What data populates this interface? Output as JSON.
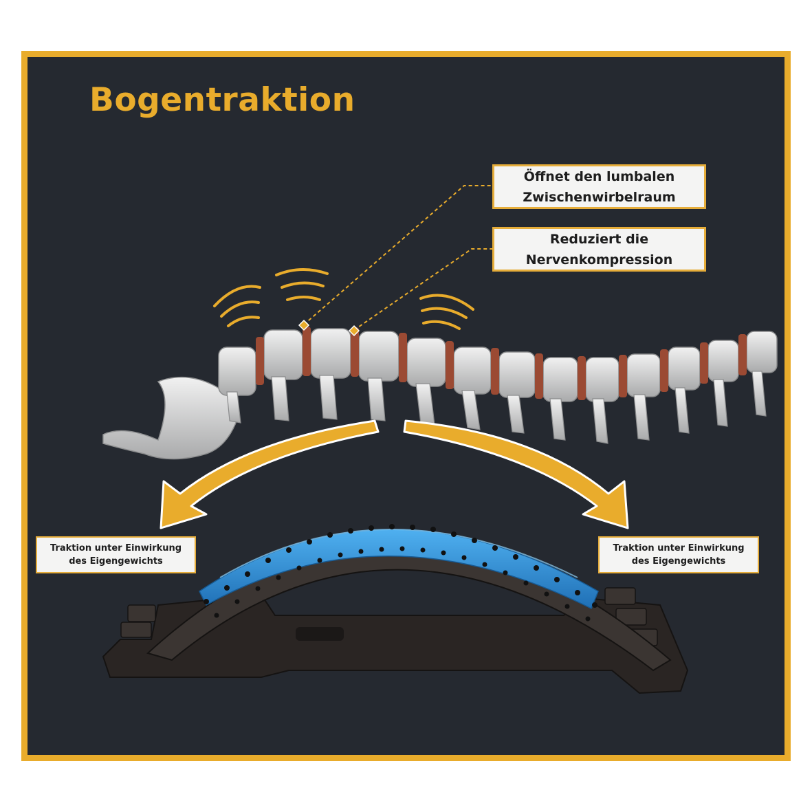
{
  "title": "Bogentraktion",
  "colors": {
    "accent": "#e9ac2c",
    "background": "#252930",
    "pad": "#2f8fd6",
    "bone": "#d9dada",
    "disc": "#9b4a33"
  },
  "callouts": [
    {
      "line1": "Öffnet den lumbalen",
      "line2": "Zwischenwirbelraum"
    },
    {
      "line1": "Reduziert die",
      "line2": "Nervenkompression"
    }
  ],
  "side_labels": [
    {
      "line1": "Traktion unter Einwirkung",
      "line2": "des Eigengewichts"
    },
    {
      "line1": "Traktion unter Einwirkung",
      "line2": "des Eigengewichts"
    }
  ],
  "icons": [
    "vibration-waves-icon",
    "curved-arrow-left-icon",
    "curved-arrow-right-icon"
  ]
}
